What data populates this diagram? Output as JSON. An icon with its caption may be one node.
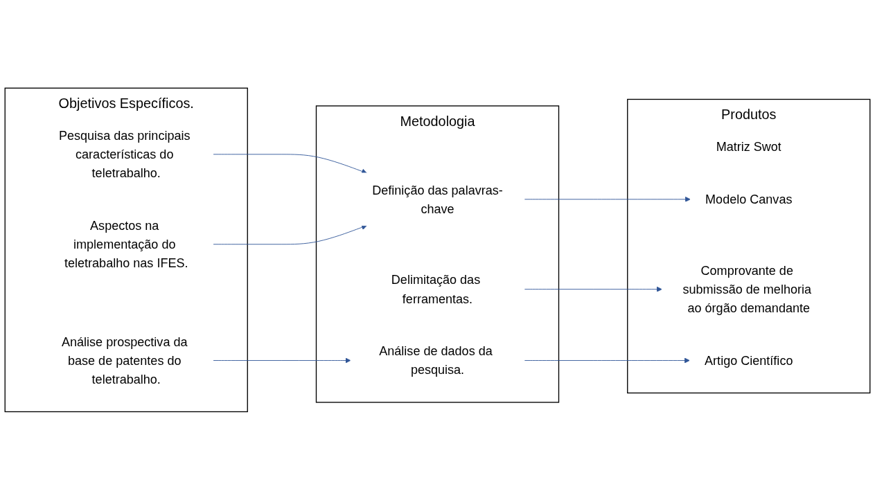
{
  "diagram": {
    "nodes": [
      {
        "text": [
          "Objetivos Específicos."
        ]
      },
      {
        "text": [
          "Pesquisa das principais características do teletrabalho."
        ],
        "in": 0
      },
      {
        "text": [
          "Aspectos na implementação do teletrabalho nas IFES."
        ],
        "in": 0
      },
      {
        "text": [
          "Análise prospectiva da base de patentes do teletrabalho."
        ],
        "in": 0
      },
      {
        "text": [
          "Metodologia"
        ]
      },
      {
        "text": [
          "Definição das palavras-chave"
        ],
        "in": 4
      },
      {
        "text": [
          "Delimitação das ferramentas."
        ],
        "in": 4
      },
      {
        "text": [
          "Análise de dados da pesquisa."
        ],
        "in": 4
      },
      {
        "text": [
          "Produtos"
        ]
      },
      {
        "text": [
          "Matriz Swot"
        ],
        "in": 8
      },
      {
        "text": [
          "Modelo Canvas"
        ],
        "in": 8
      },
      {
        "text": [
          "Comprovante de submissão de melhoria ao órgão demandante"
        ],
        "in": 8
      },
      {
        "text": [
          "Artigo Científico"
        ],
        "in": 8
      }
    ],
    "edges": [
      {
        "from": 1,
        "to": 5,
        "arrow": "to"
      },
      {
        "from": 2,
        "to": 5,
        "arrow": "to"
      },
      {
        "from": 5,
        "to": 10,
        "arrow": "to"
      },
      {
        "from": 6,
        "to": 11,
        "arrow": "to"
      },
      {
        "from": 3,
        "to": 7,
        "arrow": "to"
      },
      {
        "from": 7,
        "to": 12,
        "arrow": "to"
      }
    ]
  }
}
